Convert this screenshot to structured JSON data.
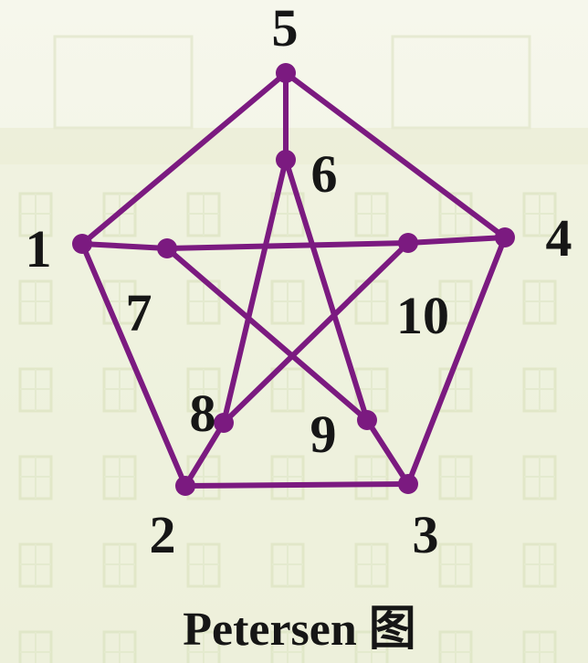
{
  "caption": "Petersen 图",
  "graph": {
    "nodes": [
      {
        "id": "1",
        "label": "1"
      },
      {
        "id": "2",
        "label": "2"
      },
      {
        "id": "3",
        "label": "3"
      },
      {
        "id": "4",
        "label": "4"
      },
      {
        "id": "5",
        "label": "5"
      },
      {
        "id": "6",
        "label": "6"
      },
      {
        "id": "7",
        "label": "7"
      },
      {
        "id": "8",
        "label": "8"
      },
      {
        "id": "9",
        "label": "9"
      },
      {
        "id": "10",
        "label": "10"
      }
    ],
    "edges": [
      [
        "5",
        "1"
      ],
      [
        "5",
        "4"
      ],
      [
        "1",
        "2"
      ],
      [
        "2",
        "3"
      ],
      [
        "3",
        "4"
      ],
      [
        "5",
        "6"
      ],
      [
        "1",
        "7"
      ],
      [
        "4",
        "10"
      ],
      [
        "2",
        "8"
      ],
      [
        "3",
        "9"
      ],
      [
        "7",
        "10"
      ],
      [
        "6",
        "8"
      ],
      [
        "6",
        "9"
      ],
      [
        "7",
        "9"
      ],
      [
        "10",
        "8"
      ]
    ]
  },
  "colors": {
    "edge": "#7b1a80",
    "node": "#7b1a80",
    "label": "#161616",
    "background": "#f3f5e6"
  }
}
